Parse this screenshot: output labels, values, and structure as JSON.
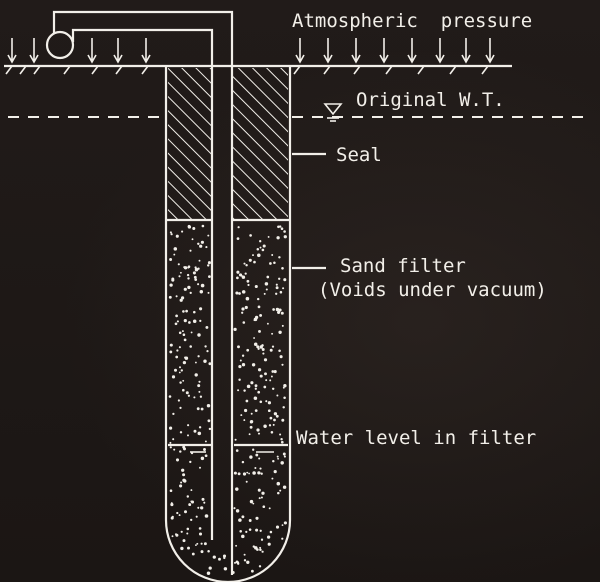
{
  "labels": {
    "atmospheric_pressure": "Atmospheric  pressure",
    "original_wt": "Original W.T.",
    "seal": "Seal",
    "sand_filter": "Sand filter",
    "voids_under_vacuum": "(Voids under vacuum)",
    "water_level": "Water level in filter"
  },
  "colors": {
    "background": "#1c1715",
    "line": "#f2efe9"
  },
  "icons": [
    "pressure-arrow-icon",
    "water-table-triangle-icon",
    "pump-valve-icon"
  ]
}
